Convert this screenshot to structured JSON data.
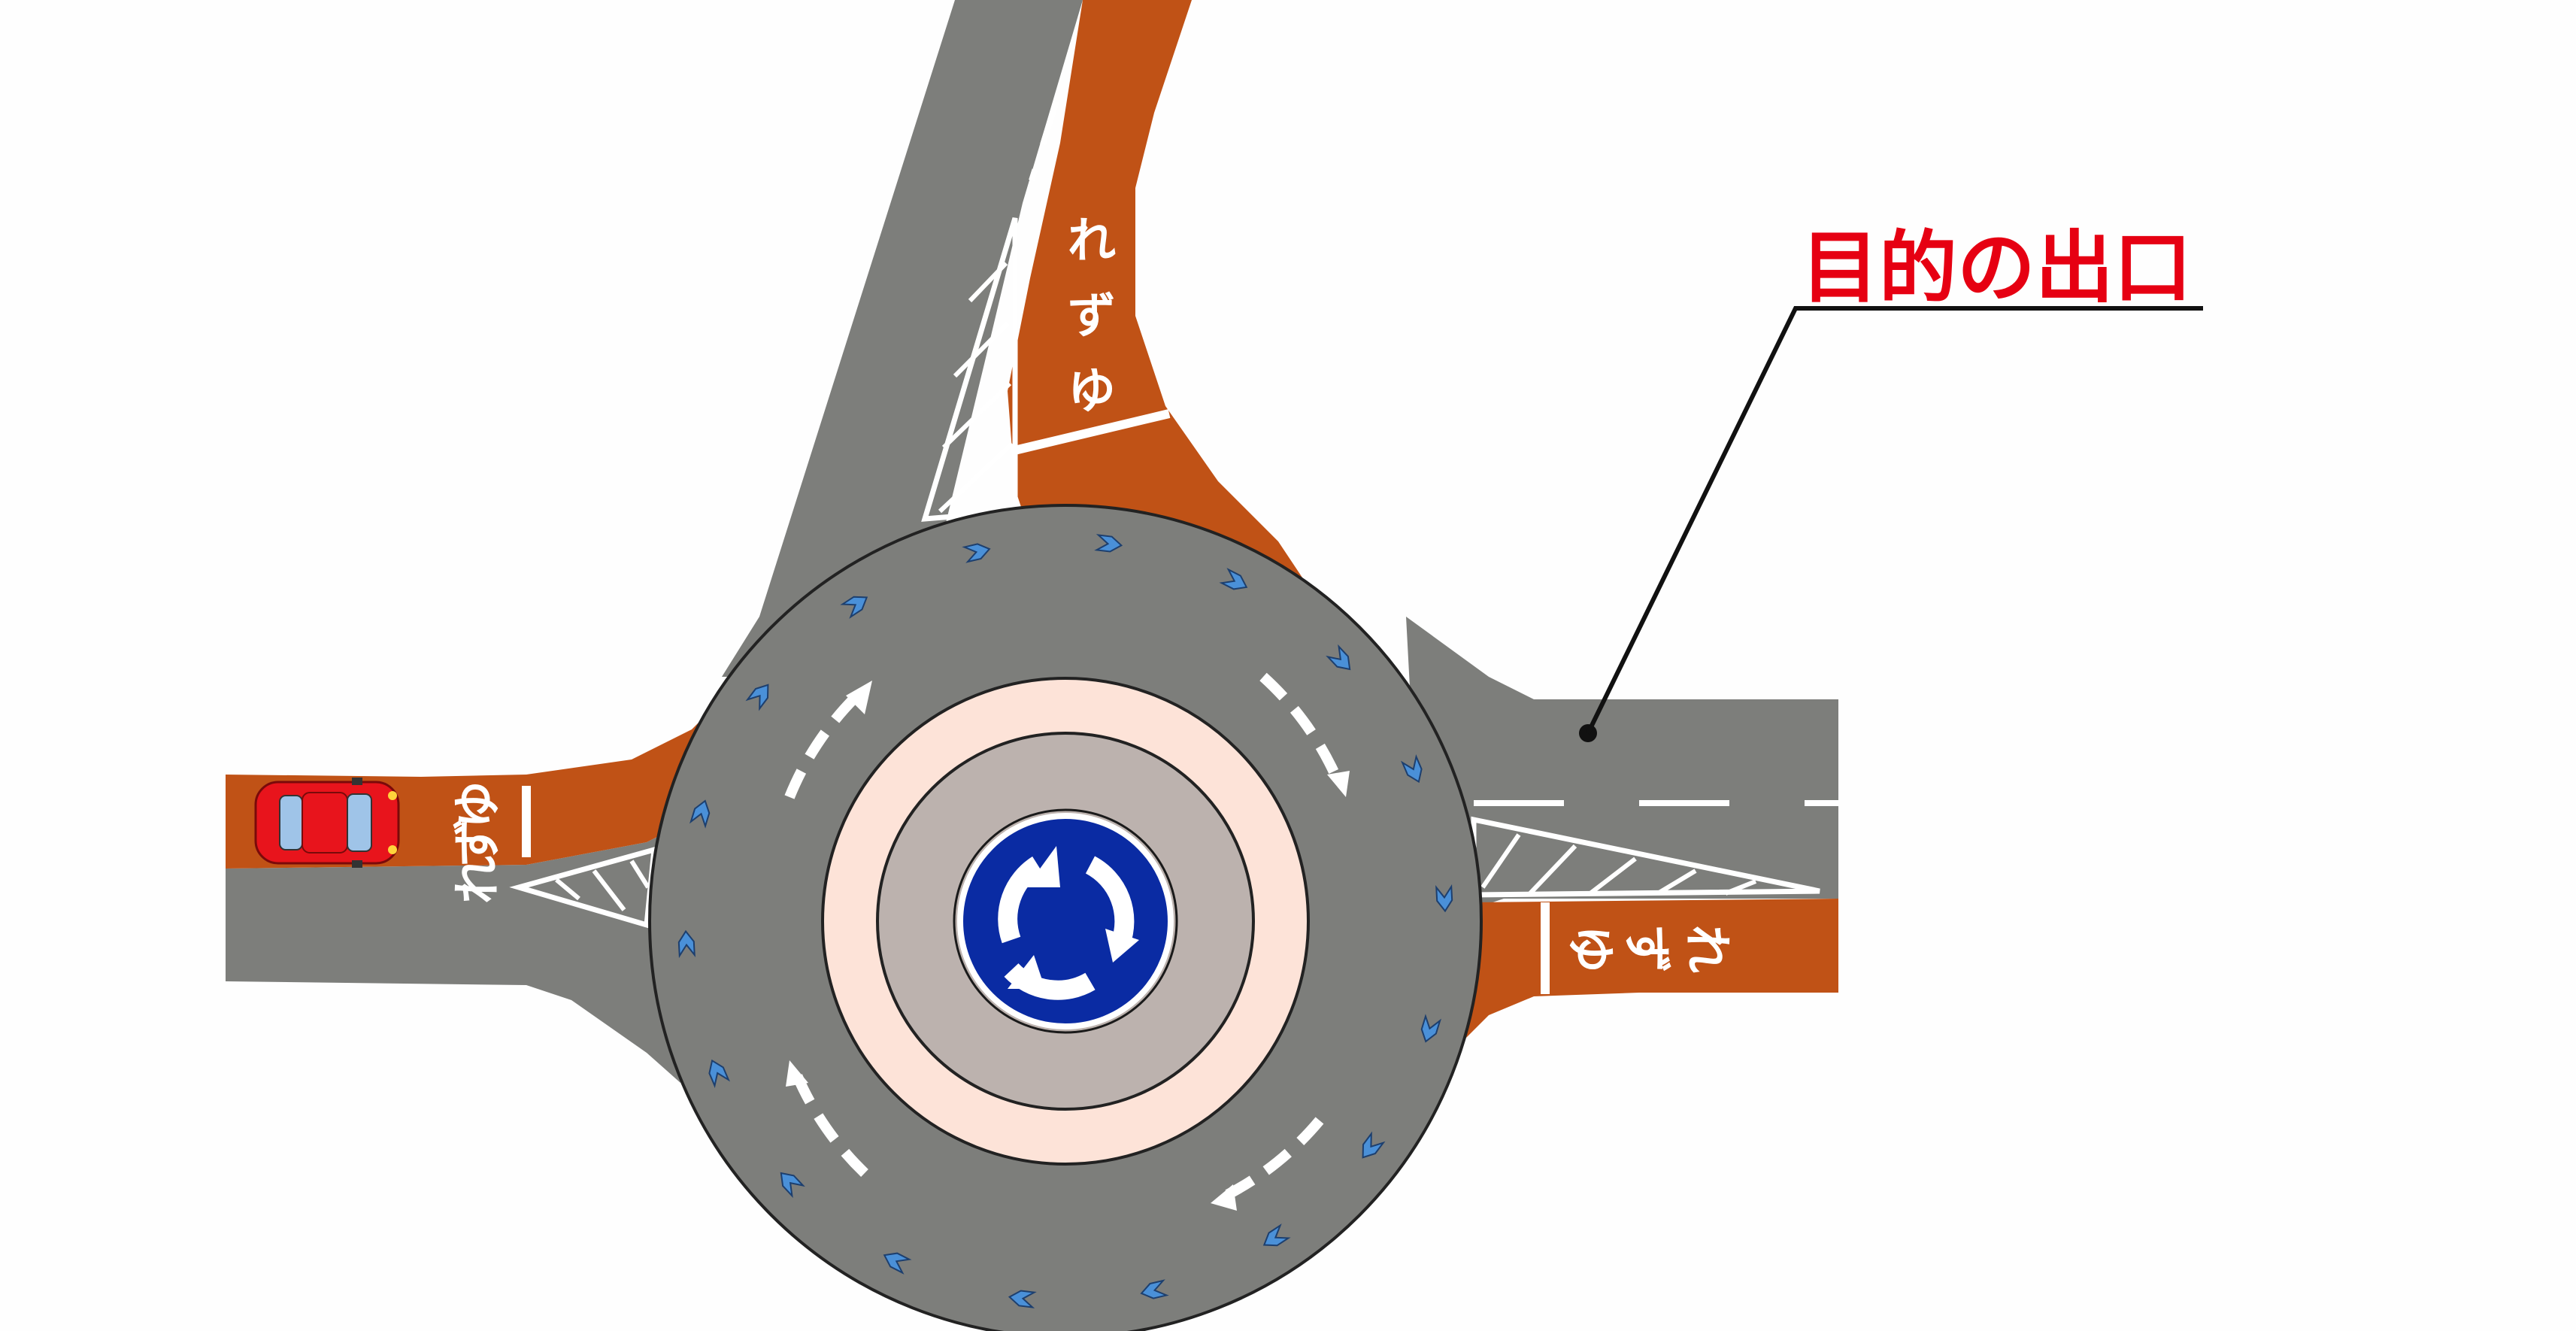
{
  "callout": {
    "label": "目的の出口",
    "color": "#e60012"
  },
  "yield_markings": {
    "north": [
      "ゆ",
      "ず",
      "れ"
    ],
    "west": [
      "ゆ",
      "ず",
      "れ"
    ],
    "east": [
      "ゆ",
      "ず",
      "れ"
    ]
  },
  "colors": {
    "road": "#7d7e7b",
    "bike_lane": "#c05216",
    "inner_ring": "#fde3d8",
    "island": "#bcb2ae",
    "sign_blue": "#0a2ba3",
    "chevron_blue": "#4a90d8",
    "car_red": "#e8141c",
    "background": "#fefefe"
  },
  "icons": {
    "center": "roundabout-sign-icon",
    "vehicle": "red-car-icon",
    "markers": "chevron-marker-icon"
  }
}
